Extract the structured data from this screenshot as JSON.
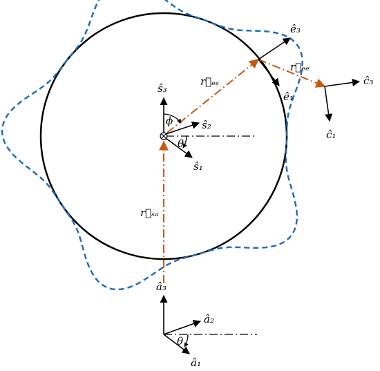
{
  "colors": {
    "circle": "#000000",
    "lobes": "#1f6fb8",
    "position_vectors": "#c55a11",
    "axes": "#000000"
  },
  "labels": {
    "e3": "ê₃",
    "e1": "ê₁",
    "c3": "ĉ₃",
    "c1": "ĉ₁",
    "s3": "ŝ₃",
    "s2": "ŝ₂",
    "s1": "ŝ₁",
    "a3": "â₃",
    "a2": "â₂",
    "a1": "â₁",
    "r_es": "r⃗ₑₛ",
    "r_ce": "r⃗ₑₑ",
    "r_sa": "r⃗ₛₐ",
    "phi": "ϕ",
    "theta_s": "θ",
    "theta_a": "θ"
  }
}
